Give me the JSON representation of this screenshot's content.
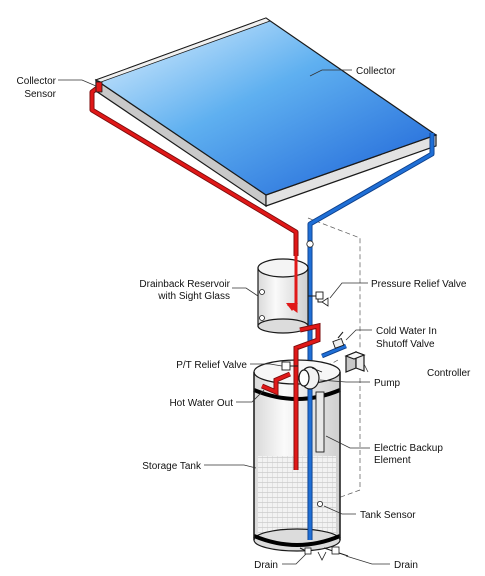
{
  "labels": {
    "collector_sensor": [
      "Collector",
      "Sensor"
    ],
    "collector": "Collector",
    "drainback_reservoir": [
      "Drainback Reservoir",
      "with Sight Glass"
    ],
    "pressure_relief_valve": "Pressure Relief Valve",
    "cold_water_in": [
      "Cold Water In",
      "Shutoff Valve"
    ],
    "pt_relief_valve": "P/T Relief Valve",
    "controller": "Controller",
    "pump": "Pump",
    "hot_water_out": "Hot Water Out",
    "electric_backup": [
      "Electric Backup",
      "Element"
    ],
    "storage_tank": "Storage Tank",
    "tank_sensor": "Tank Sensor",
    "drain_left": "Drain",
    "drain_right": "Drain"
  },
  "colors": {
    "hot_pipe": "#e01818",
    "cold_pipe": "#1f6fd6",
    "collector_light": "#dcefff",
    "collector_dark": "#1a62d8",
    "frame": "#d8d8d8",
    "tank_fill": "#efefef"
  }
}
